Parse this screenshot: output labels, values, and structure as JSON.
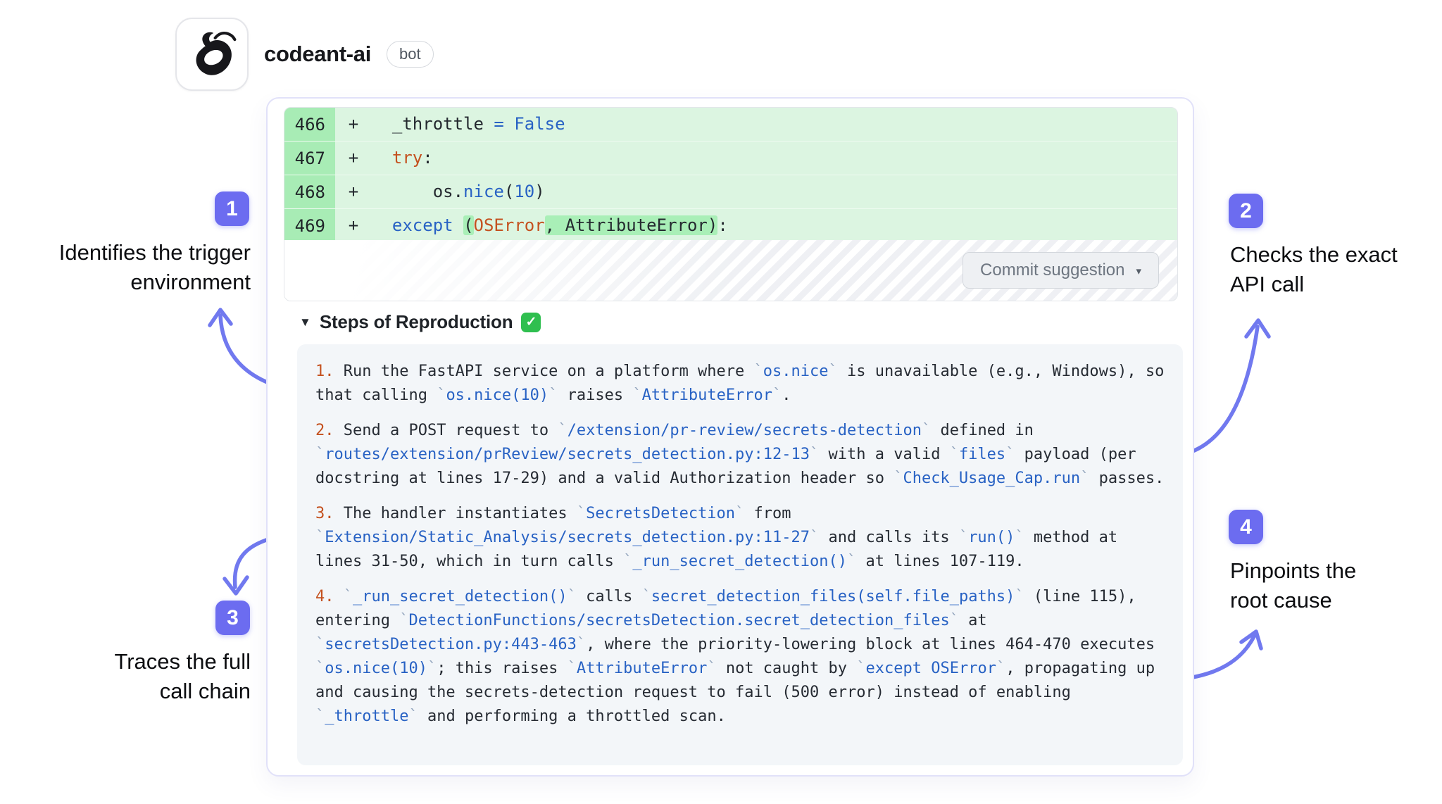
{
  "colors": {
    "accent": "#6c6cf0",
    "arrow": "#7179ef",
    "diffGutter": "#a8ecb5",
    "diffBg": "#dcf5e1",
    "hl": "#a9efb7",
    "blue": "#2862c4",
    "orange": "#c4511f",
    "stepsBg": "#f3f6f9",
    "check": "#2fbf4f"
  },
  "header": {
    "title": "codeant-ai",
    "badge": "bot"
  },
  "diff": {
    "rows": [
      {
        "num": "466",
        "sign": "+",
        "segments": [
          {
            "s": "  _throttle ",
            "c": "p"
          },
          {
            "s": "= False",
            "c": "b"
          }
        ]
      },
      {
        "num": "467",
        "sign": "+",
        "segments": [
          {
            "s": "  ",
            "c": "p"
          },
          {
            "s": "try",
            "c": "o"
          },
          {
            "s": ":",
            "c": "p"
          }
        ]
      },
      {
        "num": "468",
        "sign": "+",
        "segments": [
          {
            "s": "      os.",
            "c": "p"
          },
          {
            "s": "nice",
            "c": "b"
          },
          {
            "s": "(",
            "c": "p"
          },
          {
            "s": "10",
            "c": "b"
          },
          {
            "s": ")",
            "c": "p"
          }
        ]
      },
      {
        "num": "469",
        "sign": "+",
        "segments": [
          {
            "s": "  ",
            "c": "p"
          },
          {
            "s": "except ",
            "c": "b"
          },
          {
            "s": "(",
            "c": "p",
            "h": true
          },
          {
            "s": "OSError",
            "c": "o"
          },
          {
            "s": ", AttributeError)",
            "c": "p",
            "h": true
          },
          {
            "s": ":",
            "c": "p"
          }
        ]
      }
    ]
  },
  "commit_button": {
    "label": "Commit suggestion",
    "caret": "▾"
  },
  "steps_section": {
    "collapse_icon": "▼",
    "title": "Steps of Reproduction",
    "check_icon": "✓"
  },
  "steps": [
    [
      {
        "m": "1."
      },
      {
        "t": " Run the FastAPI service on a platform where "
      },
      {
        "c": "os.nice"
      },
      {
        "t": " is unavailable (e.g., Windows), so that calling "
      },
      {
        "c": "os.nice(10)"
      },
      {
        "t": " raises "
      },
      {
        "c": "AttributeError"
      },
      {
        "t": "."
      }
    ],
    [
      {
        "m": "2."
      },
      {
        "t": " Send a POST request to "
      },
      {
        "c": "/extension/pr-review/secrets-detection"
      },
      {
        "t": " defined in "
      },
      {
        "c": "routes/extension/prReview/secrets_detection.py:12-13"
      },
      {
        "t": " with a valid "
      },
      {
        "c": "files"
      },
      {
        "t": " payload (per docstring at lines 17-29) and a valid Authorization header so "
      },
      {
        "c": "Check_Usage_Cap.run"
      },
      {
        "t": " passes."
      }
    ],
    [
      {
        "m": "3."
      },
      {
        "t": " The handler instantiates "
      },
      {
        "c": "SecretsDetection"
      },
      {
        "t": " from "
      },
      {
        "c": "Extension/Static_Analysis/secrets_detection.py:11-27"
      },
      {
        "t": " and calls its "
      },
      {
        "c": "run()"
      },
      {
        "t": " method at lines 31-50, which in turn calls "
      },
      {
        "c": "_run_secret_detection()"
      },
      {
        "t": " at lines 107-119."
      }
    ],
    [
      {
        "m": "4."
      },
      {
        "t": " "
      },
      {
        "c": "_run_secret_detection()"
      },
      {
        "t": " calls "
      },
      {
        "c": "secret_detection_files(self.file_paths)"
      },
      {
        "t": " (line 115), entering "
      },
      {
        "c": "DetectionFunctions/secretsDetection.secret_detection_files"
      },
      {
        "t": " at "
      },
      {
        "c": "secretsDetection.py:443-463"
      },
      {
        "t": ", where the priority-lowering block at lines 464-470 executes "
      },
      {
        "c": "os.nice(10)"
      },
      {
        "t": "; this raises "
      },
      {
        "c": "AttributeError"
      },
      {
        "t": " not caught by "
      },
      {
        "c": "except OSError"
      },
      {
        "t": ", propagating up and causing the secrets-detection request to fail (500 error) instead of enabling "
      },
      {
        "c": "_throttle"
      },
      {
        "t": " and performing a throttled scan."
      }
    ]
  ],
  "annotations": [
    {
      "num": "1",
      "label_lines": [
        "Identifies the trigger",
        "environment"
      ]
    },
    {
      "num": "2",
      "label_lines": [
        "Checks the exact",
        "API call"
      ]
    },
    {
      "num": "3",
      "label_lines": [
        "Traces the full",
        "call chain"
      ]
    },
    {
      "num": "4",
      "label_lines": [
        "Pinpoints the",
        "root cause"
      ]
    }
  ]
}
